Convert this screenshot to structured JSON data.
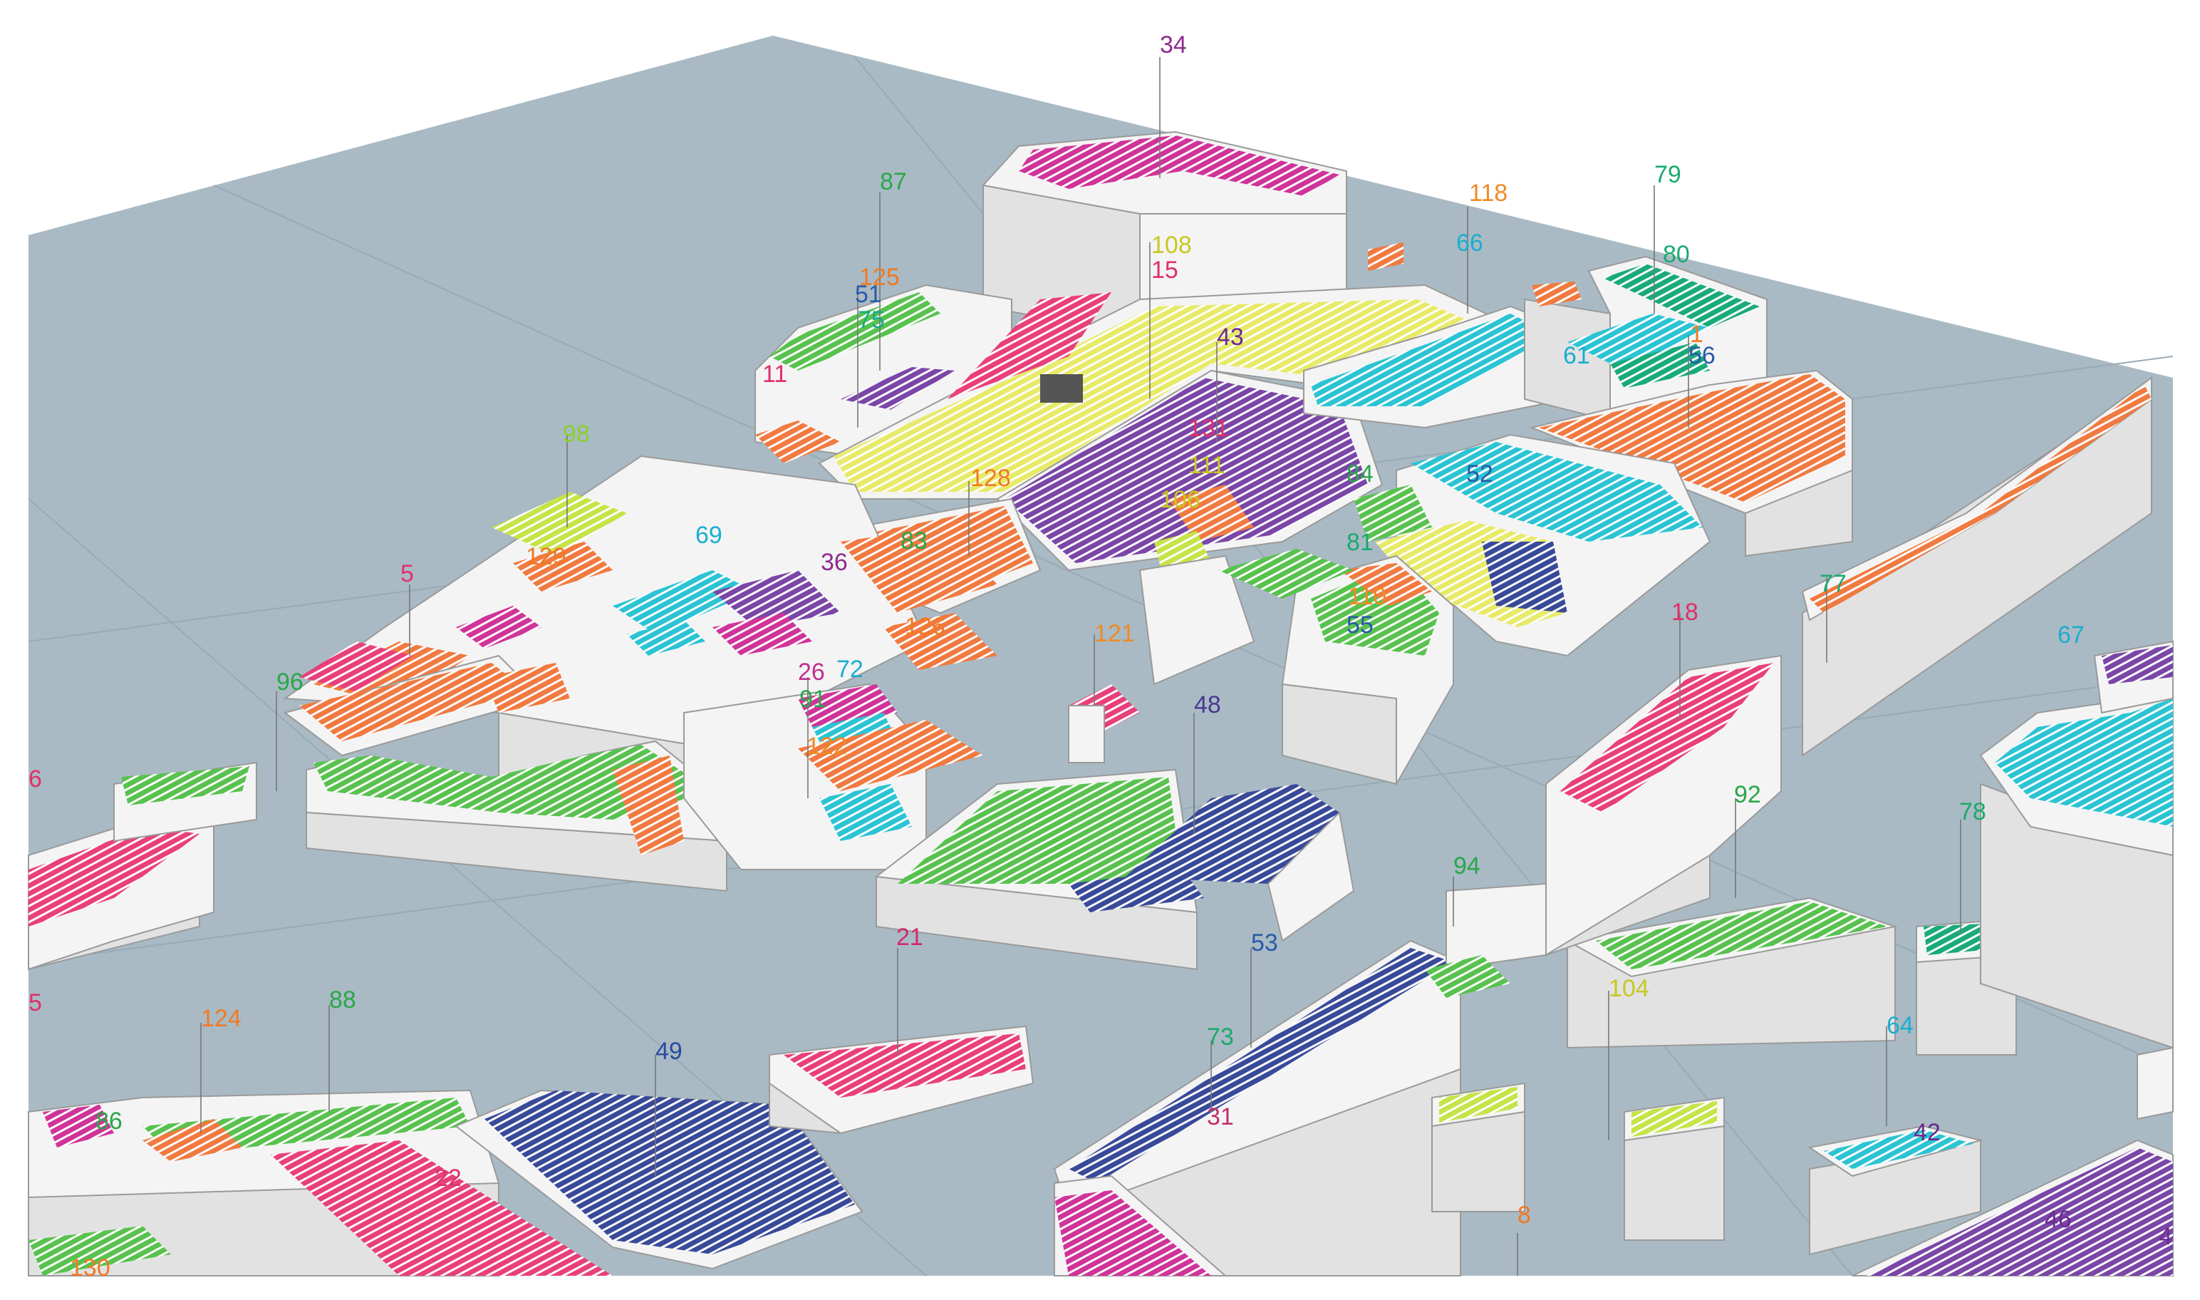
{
  "labels": [
    {
      "text": "34",
      "color": "#8e2c8e"
    },
    {
      "text": "87",
      "color": "#2aa64a"
    },
    {
      "text": "118",
      "color": "#f08a24"
    },
    {
      "text": "79",
      "color": "#1aaa6e"
    },
    {
      "text": "108",
      "color": "#c8c820"
    },
    {
      "text": "15",
      "color": "#e0306a"
    },
    {
      "text": "125",
      "color": "#f07a24"
    },
    {
      "text": "66",
      "color": "#1aaecf"
    },
    {
      "text": "80",
      "color": "#1aaa6e"
    },
    {
      "text": "51",
      "color": "#2a5aa8"
    },
    {
      "text": "75",
      "color": "#1aaa8a"
    },
    {
      "text": "43",
      "color": "#6a2a8e"
    },
    {
      "text": "61",
      "color": "#1aaecf"
    },
    {
      "text": "1",
      "color": "#f07a24"
    },
    {
      "text": "56",
      "color": "#2a5aa8"
    },
    {
      "text": "11",
      "color": "#e0306a"
    },
    {
      "text": "131",
      "color": "#e0306a"
    },
    {
      "text": "98",
      "color": "#8ad02a"
    },
    {
      "text": "111",
      "color": "#c8c820"
    },
    {
      "text": "128",
      "color": "#f07a24"
    },
    {
      "text": "84",
      "color": "#2aa64a"
    },
    {
      "text": "52",
      "color": "#2a5aa8"
    },
    {
      "text": "106",
      "color": "#c8c820"
    },
    {
      "text": "129",
      "color": "#f07a24"
    },
    {
      "text": "69",
      "color": "#1aaecf"
    },
    {
      "text": "83",
      "color": "#2aa64a"
    },
    {
      "text": "81",
      "color": "#1aaa6e"
    },
    {
      "text": "5",
      "color": "#e0306a"
    },
    {
      "text": "36",
      "color": "#8e2c8e"
    },
    {
      "text": "110",
      "color": "#f08a24"
    },
    {
      "text": "77",
      "color": "#1aaa6e"
    },
    {
      "text": "18",
      "color": "#e0306a"
    },
    {
      "text": "55",
      "color": "#2a5aa8"
    },
    {
      "text": "126",
      "color": "#f07a24"
    },
    {
      "text": "121",
      "color": "#f08a24"
    },
    {
      "text": "67",
      "color": "#1aaecf"
    },
    {
      "text": "96",
      "color": "#2aa64a"
    },
    {
      "text": "26",
      "color": "#c0308e"
    },
    {
      "text": "72",
      "color": "#1aaecf"
    },
    {
      "text": "91",
      "color": "#2aa64a"
    },
    {
      "text": "48",
      "color": "#4a3a8e"
    },
    {
      "text": "6",
      "color": "#e0306a"
    },
    {
      "text": "122",
      "color": "#f08a24"
    },
    {
      "text": "92",
      "color": "#2aa64a"
    },
    {
      "text": "78",
      "color": "#1aaa6e"
    },
    {
      "text": "94",
      "color": "#2aa64a"
    },
    {
      "text": "21",
      "color": "#d02a6a"
    },
    {
      "text": "53",
      "color": "#2a5aa8"
    },
    {
      "text": "5",
      "color": "#e0306a"
    },
    {
      "text": "124",
      "color": "#f07a24"
    },
    {
      "text": "88",
      "color": "#2aa64a"
    },
    {
      "text": "104",
      "color": "#c8c820"
    },
    {
      "text": "73",
      "color": "#1aaa6e"
    },
    {
      "text": "49",
      "color": "#2a4a9e"
    },
    {
      "text": "64",
      "color": "#1aaecf"
    },
    {
      "text": "86",
      "color": "#2aa64a"
    },
    {
      "text": "31",
      "color": "#c0306a"
    },
    {
      "text": "42",
      "color": "#6a2a8e"
    },
    {
      "text": "22",
      "color": "#e0306a"
    },
    {
      "text": "8",
      "color": "#f07a24"
    },
    {
      "text": "46",
      "color": "#6a2a8e"
    },
    {
      "text": "4",
      "color": "#6a2a8e"
    },
    {
      "text": "130",
      "color": "#f07a24"
    }
  ],
  "colors": {
    "ground": "#a9bac4",
    "grid": "#98aab5",
    "building": "#f4f4f4",
    "magenta": "#d0349a",
    "green": "#58c24e",
    "yellow": "#eef07a",
    "purple": "#7a46a8",
    "orange": "#f07a40",
    "cyan": "#2cc4d4",
    "pink": "#e8407a",
    "navy": "#3a4a9a",
    "lime": "#c6e448",
    "teal": "#1aaa7a"
  }
}
